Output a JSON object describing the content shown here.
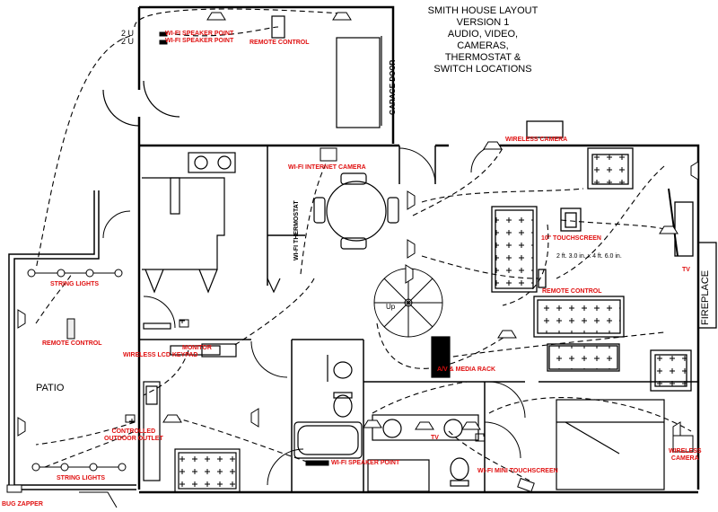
{
  "title": {
    "lines": [
      "SMITH HOUSE LAYOUT",
      "VERSION 1",
      "AUDIO, VIDEO,",
      "CAMERAS,",
      "THERMOSTAT &",
      "SWITCH LOCATIONS"
    ]
  },
  "labels": {
    "wifi_speaker_1": "WI-FI SPEAKER POINT",
    "wifi_speaker_2": "WI-FI SPEAKER POINT",
    "wifi_speaker_3": "WI-FI SPEAKER POINT",
    "remote_control_top": "REMOTE CONTROL",
    "garage_door": "GARAGE DOOR",
    "wireless_camera_top": "WIRELESS CAMERA",
    "wireless_camera_right": "WIRELESS\nCAMERA",
    "wifi_internet_camera": "WI-FI INTERNET CAMERA",
    "wifi_thermostat": "WI-FI THERMOSTAT",
    "touchscreen_10": "10\" TOUCHSCREEN",
    "dimension": "2 ft. 3.0 in. x 4 ft. 6.0 in.",
    "remote_control_living": "REMOTE CONTROL",
    "tv_living": "TV",
    "fireplace": "FIREPLACE",
    "string_lights_top": "STRING LIGHTS",
    "string_lights_bottom": "STRING LIGHTS",
    "remote_control_patio": "REMOTE CONTROL",
    "patio": "PATIO",
    "monitor": "MONITOR",
    "wireless_lcd_keypad": "WIRELESS LCD KEYPAD",
    "av_media_rack": "A/V & MEDIA RACK",
    "controlled_outdoor_outlet": "CONTROLLED\nOUTDOOR OUTLET",
    "tv_bath": "TV",
    "wifi_mini_touchscreen": "WI-FI MINI TOUCHSCREEN",
    "bug_zapper": "BUG ZAPPER",
    "up": "Up",
    "two_u_1": "2 U",
    "two_u_2": "2 U"
  },
  "colors": {
    "label_red": "#e01010",
    "line": "#000000"
  }
}
